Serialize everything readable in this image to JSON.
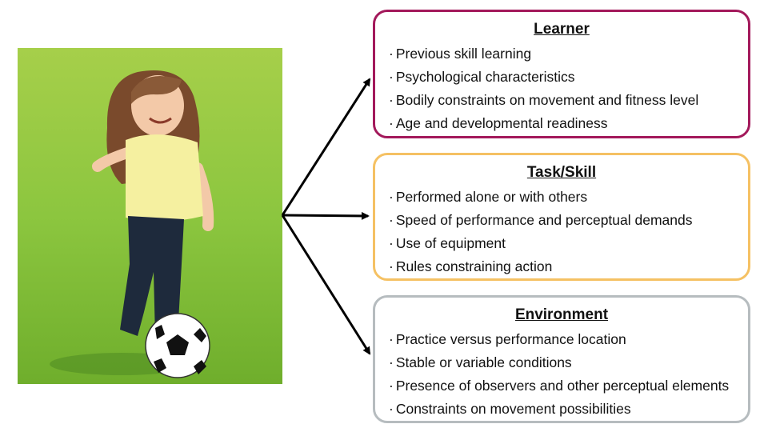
{
  "photo": {
    "subject": "girl-kicking-soccer-ball",
    "colors": {
      "grass": "#8cc63f",
      "shirt": "#f5f0a0",
      "pants": "#1e2a3c",
      "hair": "#8a5a38",
      "ball_white": "#ffffff",
      "ball_black": "#111111"
    }
  },
  "arrows": {
    "color": "#000000",
    "targets": [
      "learner",
      "task_skill",
      "environment"
    ]
  },
  "boxes": {
    "learner": {
      "title": "Learner",
      "border_color": "#a3195b",
      "items": [
        "Previous skill learning",
        "Psychological characteristics",
        "Bodily constraints on movement and fitness level",
        "Age and developmental readiness"
      ]
    },
    "task_skill": {
      "title": "Task/Skill",
      "border_color": "#f5c163",
      "items": [
        "Performed alone or with others",
        "Speed of performance and perceptual demands",
        "Use of equipment",
        "Rules constraining action"
      ]
    },
    "environment": {
      "title": "Environment",
      "border_color": "#b6bcbf",
      "items": [
        "Practice versus performance location",
        "Stable or variable conditions",
        "Presence of observers and other perceptual elements",
        "Constraints on movement possibilities"
      ]
    }
  }
}
